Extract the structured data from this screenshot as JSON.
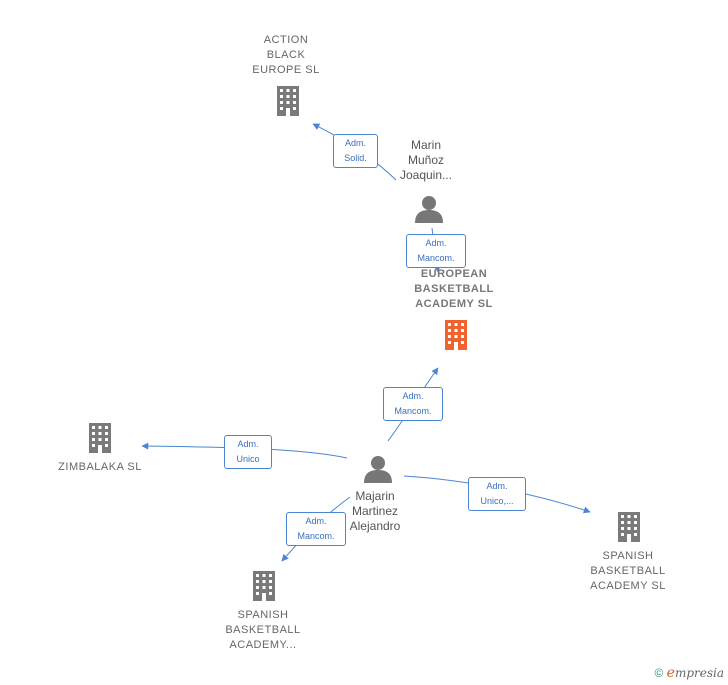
{
  "nodes": {
    "action_black": {
      "label": [
        "ACTION",
        "BLACK",
        "EUROPE  SL"
      ]
    },
    "marin": {
      "label": [
        "Marin",
        "Muñoz",
        "Joaquin..."
      ]
    },
    "european": {
      "label": [
        "EUROPEAN",
        "BASKETBALL",
        "ACADEMY  SL"
      ]
    },
    "zimbalaka": {
      "label": [
        "ZIMBALAKA  SL"
      ]
    },
    "majarin": {
      "label": [
        "Majarin",
        "Martinez",
        "Alejandro"
      ]
    },
    "spanish_right": {
      "label": [
        "SPANISH",
        "BASKETBALL",
        "ACADEMY  SL"
      ]
    },
    "spanish_bottom": {
      "label": [
        "SPANISH",
        "BASKETBALL",
        "ACADEMY..."
      ]
    }
  },
  "edges": {
    "marin_action": {
      "label": [
        "Adm.",
        "Solid."
      ]
    },
    "marin_european": {
      "label": [
        "Adm.",
        "Mancom."
      ]
    },
    "majarin_european": {
      "label": [
        "Adm.",
        "Mancom."
      ]
    },
    "majarin_zimbalaka": {
      "label": [
        "Adm.",
        "Unico"
      ]
    },
    "majarin_spanish_right": {
      "label": [
        "Adm.",
        "Unico,..."
      ]
    },
    "majarin_spanish_bottom": {
      "label": [
        "Adm.",
        "Mancom."
      ]
    }
  },
  "colors": {
    "company": "#7a7a7a",
    "company_main": "#f0622e",
    "person": "#777777",
    "edge": "#4a86d4"
  },
  "footer": {
    "copyright": "©",
    "brand_e": "e",
    "brand_rest": "mpresia"
  }
}
